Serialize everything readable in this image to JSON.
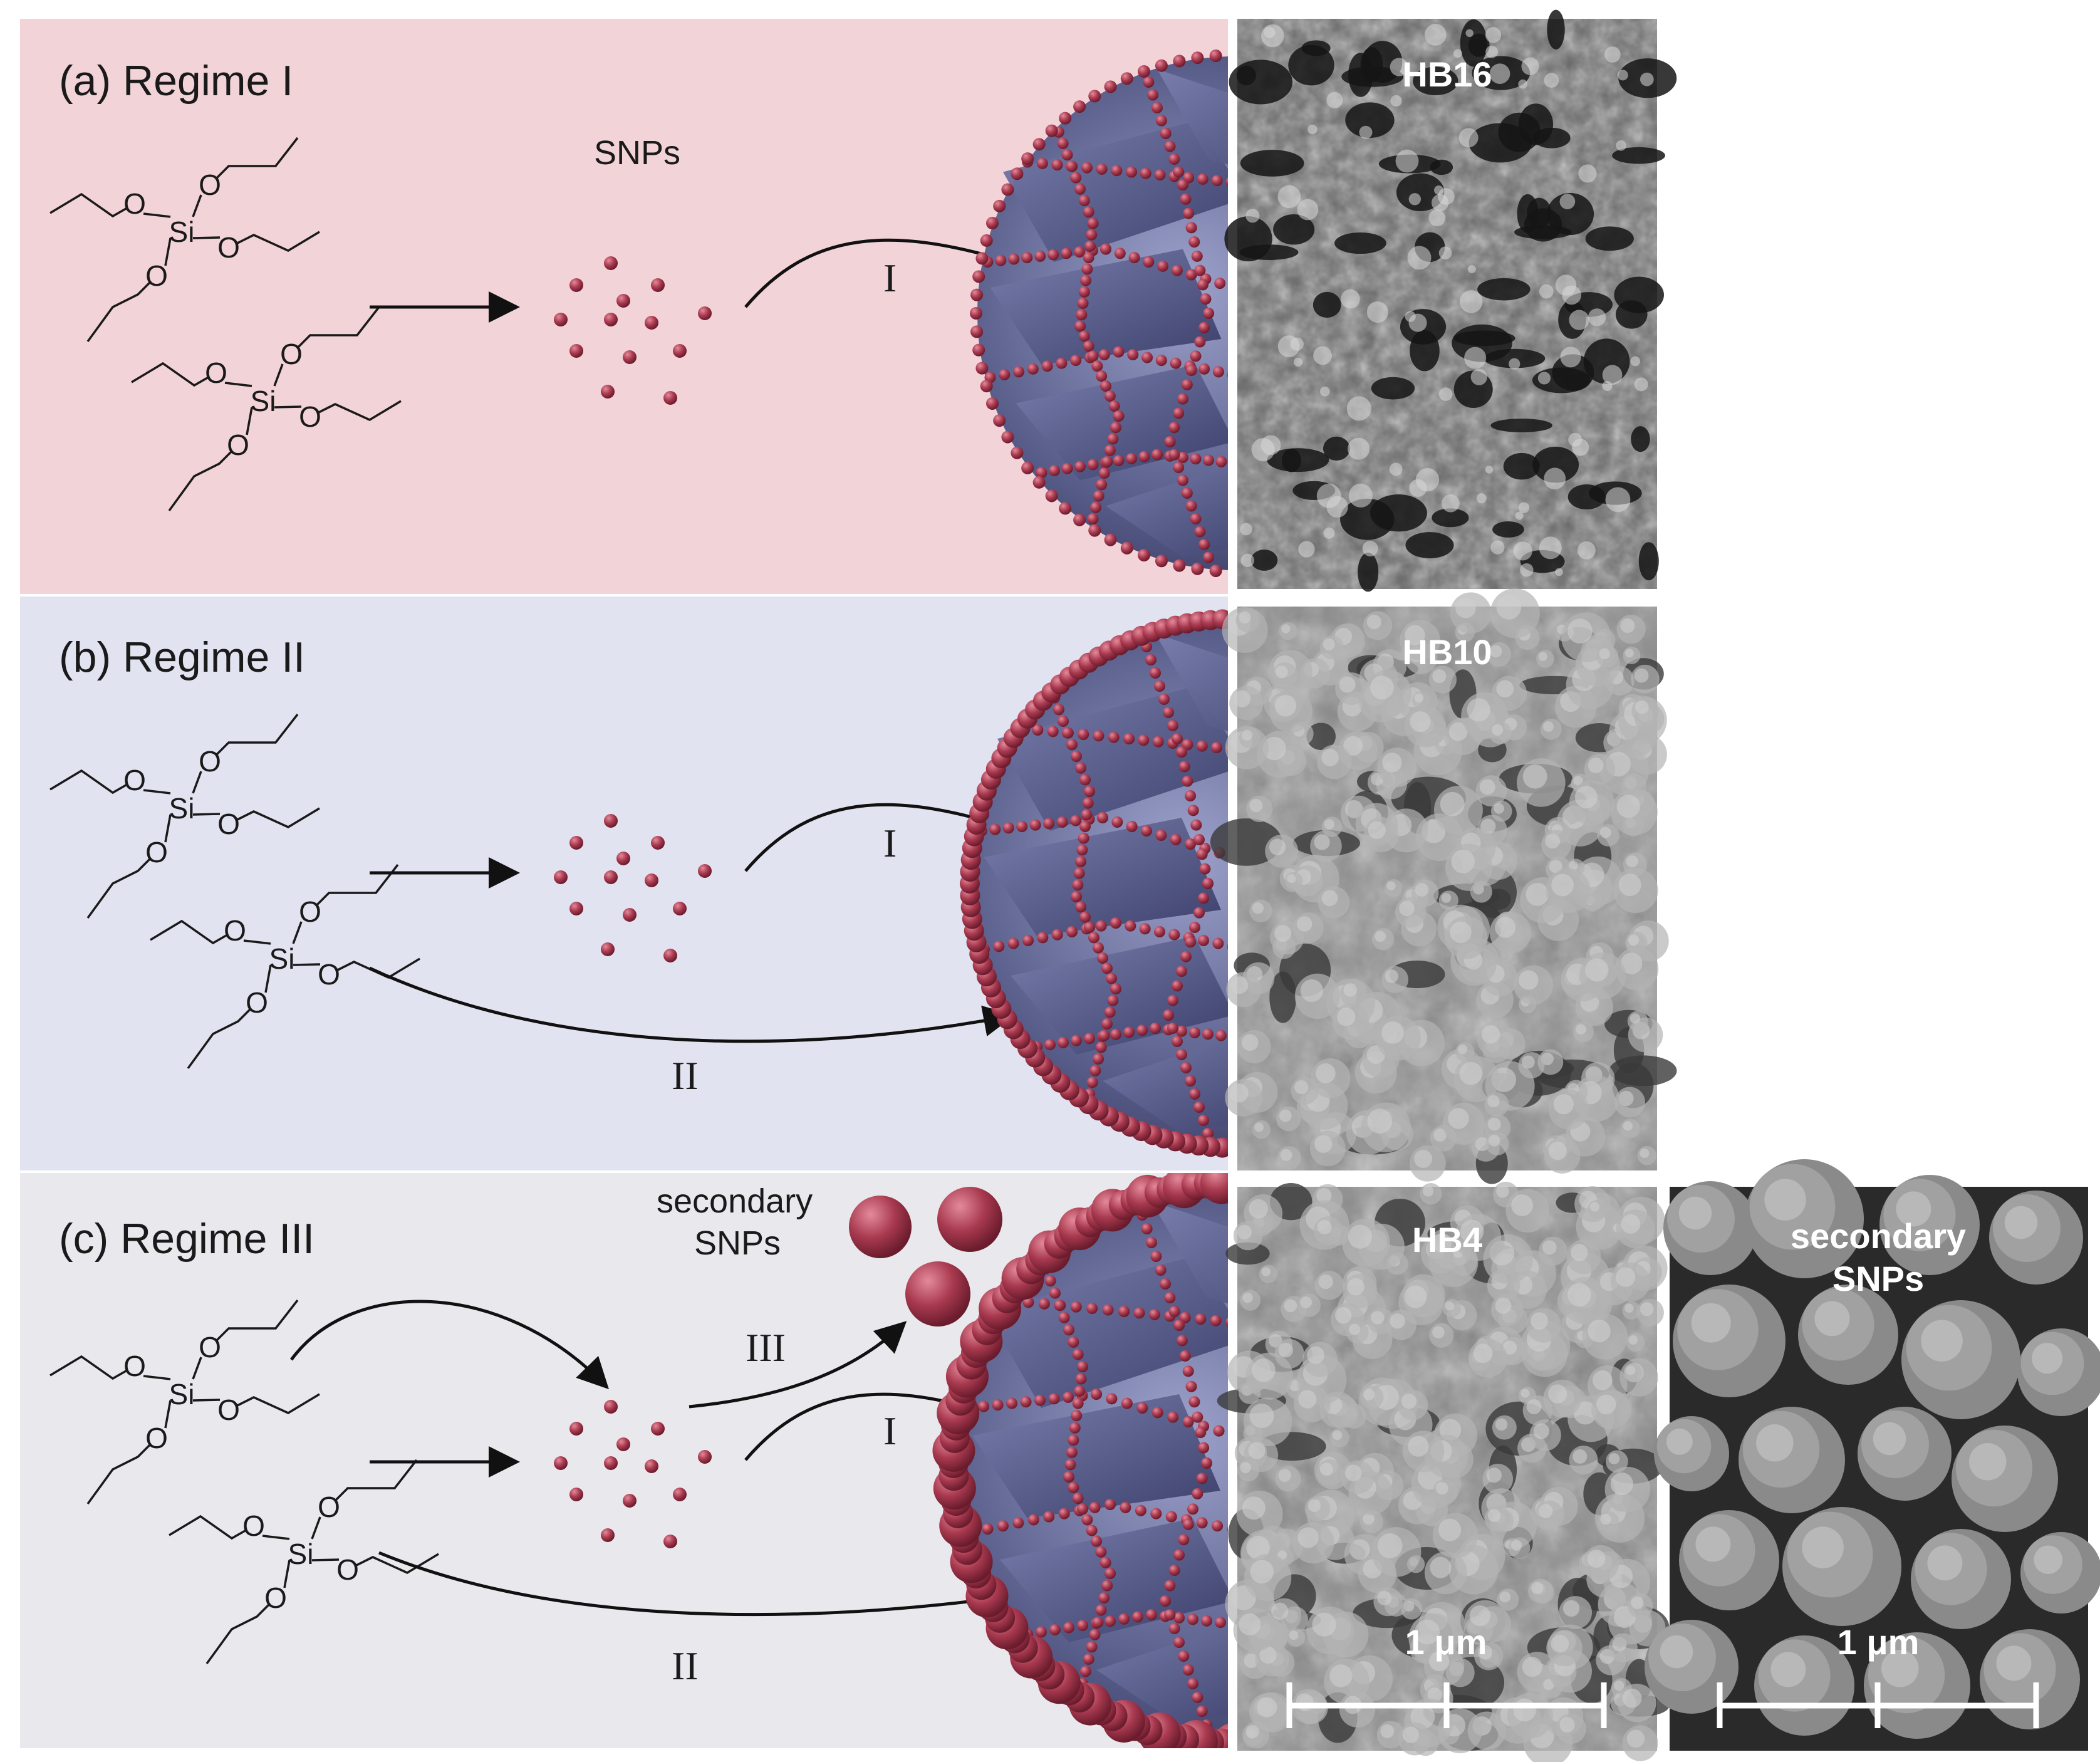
{
  "panels": [
    {
      "id": "a",
      "title": "(a) Regime I",
      "bg": "#f2d3d8",
      "arrows": [
        "I"
      ],
      "label_snps": "SNPs",
      "sem_label": "HB16"
    },
    {
      "id": "b",
      "title": "(b) Regime II",
      "bg": "#e2e3f1",
      "arrows": [
        "I",
        "II"
      ],
      "sem_label": "HB10"
    },
    {
      "id": "c",
      "title": "(c) Regime III",
      "bg": "#e9e9ed",
      "arrows": [
        "III",
        "I",
        "II"
      ],
      "label_secondary_line1": "secondary",
      "label_secondary_line2": "SNPs",
      "sem_label": "HB4",
      "scale_text": "1 μm",
      "sem2_label_line1": "secondary",
      "sem2_label_line2": "SNPs",
      "sem2_scale_text": "1 μm"
    }
  ],
  "molecule": {
    "center": "Si",
    "oxygen": "O"
  },
  "colors": {
    "nanoparticle": "#a8394f",
    "core": "#5a5f8c",
    "arrow": "#111111"
  }
}
